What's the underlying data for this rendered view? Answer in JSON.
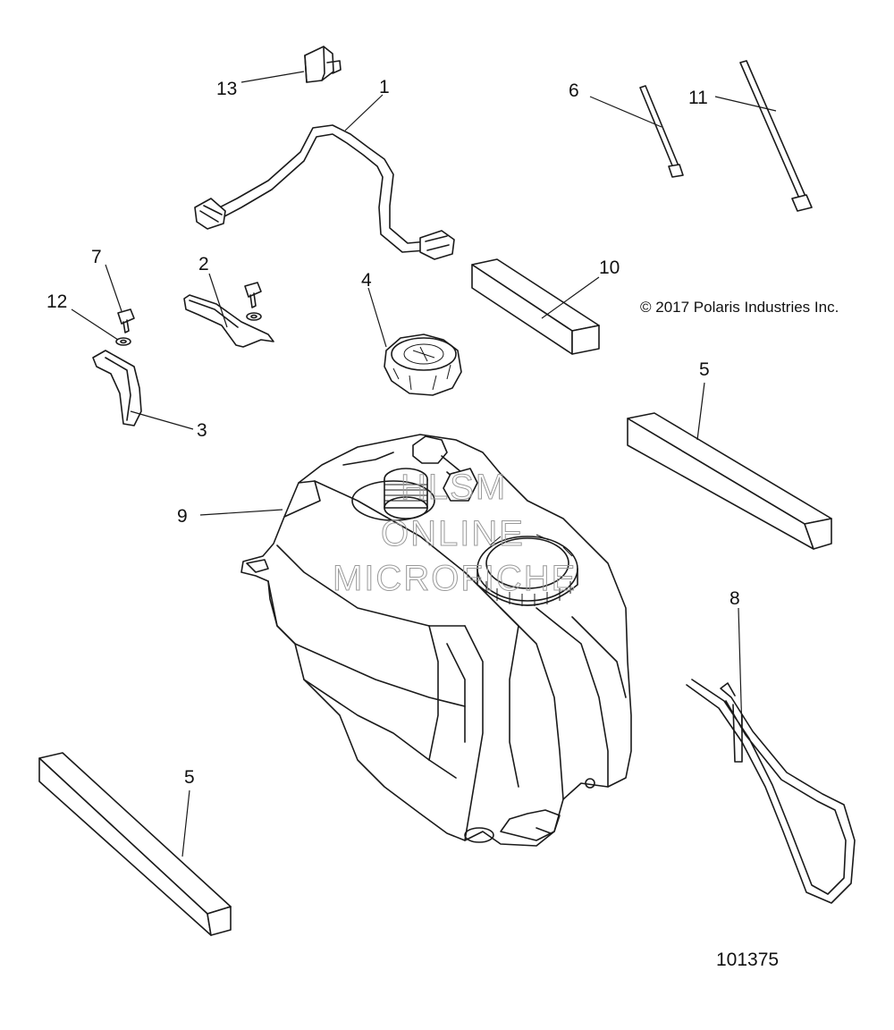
{
  "callouts": [
    {
      "id": "c1",
      "label": "1"
    },
    {
      "id": "c2",
      "label": "2"
    },
    {
      "id": "c3",
      "label": "3"
    },
    {
      "id": "c4",
      "label": "4"
    },
    {
      "id": "c5a",
      "label": "5"
    },
    {
      "id": "c5b",
      "label": "5"
    },
    {
      "id": "c6",
      "label": "6"
    },
    {
      "id": "c7",
      "label": "7"
    },
    {
      "id": "c8",
      "label": "8"
    },
    {
      "id": "c9",
      "label": "9"
    },
    {
      "id": "c10",
      "label": "10"
    },
    {
      "id": "c11",
      "label": "11"
    },
    {
      "id": "c12",
      "label": "12"
    },
    {
      "id": "c13",
      "label": "13"
    }
  ],
  "copyright": "© 2017 Polaris Industries Inc.",
  "diagram_id": "101375",
  "watermark": [
    "HLSM",
    "ONLINE",
    "MICROFICHE"
  ]
}
